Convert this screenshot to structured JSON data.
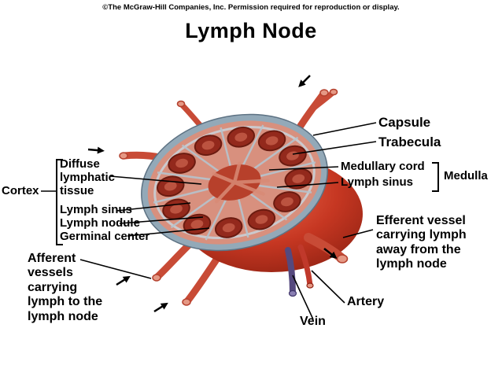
{
  "header": {
    "copyright": "©The McGraw-Hill Companies, Inc. Permission required for reproduction or display.",
    "title": "Lymph Node"
  },
  "labels": {
    "capsule": "Capsule",
    "trabecula": "Trabecula",
    "medullary_cord": "Medullary cord",
    "lymph_sinus_medulla": "Lymph sinus",
    "medulla": "Medulla",
    "cortex": "Cortex",
    "diffuse_lymphatic_tissue": "Diffuse\nlymphatic\ntissue",
    "lymph_sinus_cortex": "Lymph sinus",
    "lymph_nodule": "Lymph nodule",
    "germinal_center": "Germinal center",
    "afferent_vessels": "Afferent\nvessels\ncarrying\nlymph to the\nlymph node",
    "efferent_vessel": "Efferent vessel\ncarrying lymph\naway from the\nlymph node",
    "artery": "Artery",
    "vein": "Vein"
  },
  "colors": {
    "background": "#ffffff",
    "text": "#000000",
    "node_body": "#c63722",
    "cut_surface": "#d8907e",
    "capsule_rim": "#93a9b8",
    "nodule": "#93291c",
    "vessel": "#c84b36",
    "artery": "#c0392b",
    "vein": "#55497e"
  }
}
